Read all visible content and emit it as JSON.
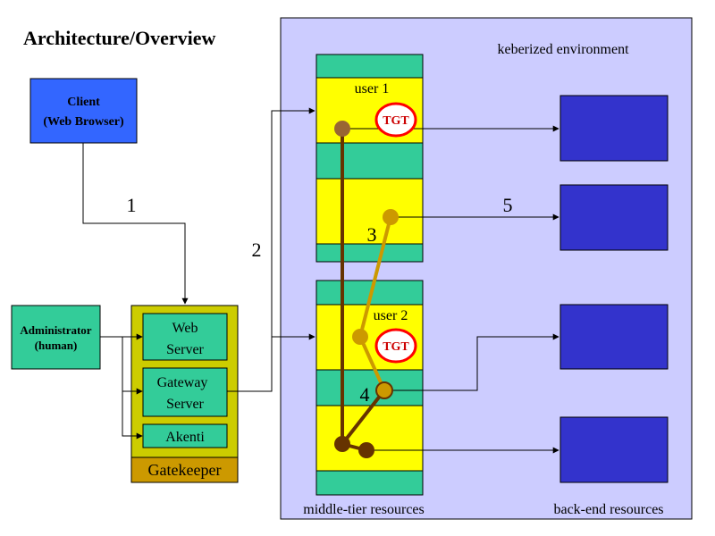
{
  "title": "Architecture/Overview",
  "client": {
    "line1": "Client",
    "line2": "(Web Browser)"
  },
  "administrator": {
    "line1": "Administrator",
    "line2": "(human)"
  },
  "gatekeeper": {
    "label": "Gatekeeper",
    "web_server": {
      "line1": "Web",
      "line2": "Server"
    },
    "gateway_server": {
      "line1": "Gateway",
      "line2": "Server"
    },
    "akenti": "Akenti"
  },
  "environment_label": "keberized environment",
  "middle_tier_label": "middle-tier resources",
  "back_end_label": "back-end resources",
  "user1_label": "user 1",
  "user2_label": "user 2",
  "tgt1": "TGT",
  "tgt2": "TGT",
  "step_labels": {
    "s1": "1",
    "s2": "2",
    "s3": "3",
    "s4": "4",
    "s5": "5"
  },
  "colors": {
    "environment": "#ccccff",
    "client": "#3366ff",
    "teal": "#33cc99",
    "gatekeeper_outer": "#cccc00",
    "gatekeeper_label": "#cc9900",
    "yellow": "#ffff00",
    "backend": "#3333cc",
    "tgt_ring": "#ff0000"
  }
}
